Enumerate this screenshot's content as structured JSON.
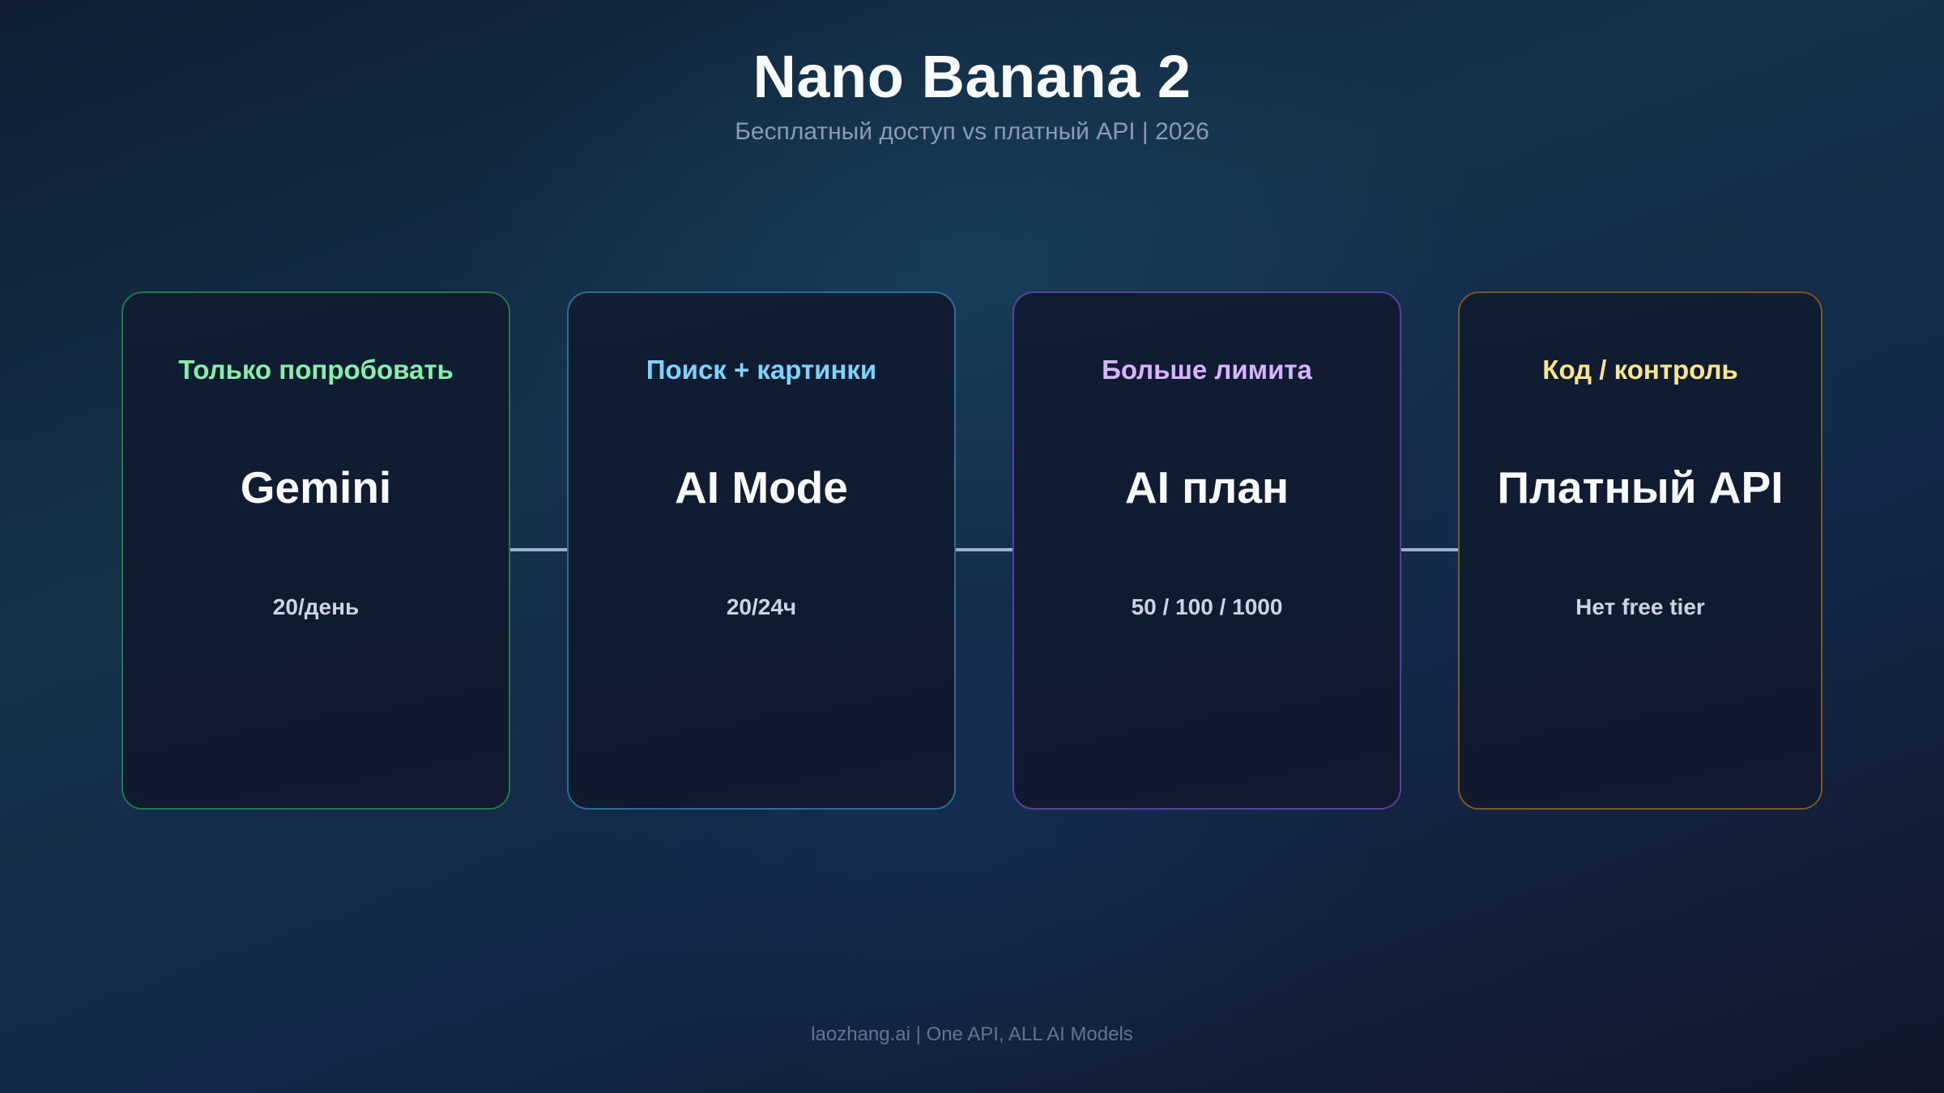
{
  "header": {
    "title": "Nano Banana 2",
    "subtitle": "Бесплатный доступ vs платный API | 2026"
  },
  "cards": [
    {
      "tag": "Только попробовать",
      "name": "Gemini",
      "limit": "20/день",
      "accent": "#86efac",
      "border": "#1f7a4f"
    },
    {
      "tag": "Поиск + картинки",
      "name": "AI Mode",
      "limit": "20/24ч",
      "accent": "#7dd3fc",
      "border": "#2a6f9a"
    },
    {
      "tag": "Больше лимита",
      "name": "AI план",
      "limit": "50 / 100 / 1000",
      "accent": "#d8b4fe",
      "border": "#5b3fa0"
    },
    {
      "tag": "Код / контроль",
      "name": "Платный API",
      "limit": "Нет free tier",
      "accent": "#fde68a",
      "border": "#7a5a22"
    }
  ],
  "footer": {
    "text": "laozhang.ai | One API, ALL AI Models"
  }
}
